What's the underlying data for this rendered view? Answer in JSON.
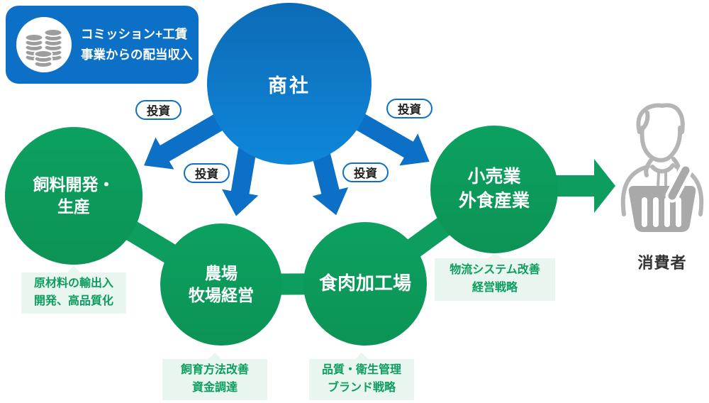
{
  "revenue_box": {
    "line1": "コミッション+工賃",
    "line2": "事業からの配当収入",
    "icon": "coins-icon"
  },
  "hub": {
    "label": "商社"
  },
  "investment_labels": [
    "投資",
    "投資",
    "投資",
    "投資"
  ],
  "chain": [
    {
      "name": [
        "飼料開発・",
        "生産"
      ],
      "note": [
        "原材料の輸出入",
        "開発、高品質化"
      ]
    },
    {
      "name": [
        "農場",
        "牧場経営"
      ],
      "note": [
        "飼育方法改善",
        "資金調達"
      ]
    },
    {
      "name": [
        "食肉加工場"
      ],
      "note": [
        "品質・衛生管理",
        "ブランド戦略"
      ]
    },
    {
      "name": [
        "小売業",
        "外食産業"
      ],
      "note": [
        "物流システム改善",
        "経営戦略"
      ]
    }
  ],
  "consumer": {
    "label": "消費者",
    "icon": "consumer-basket-icon"
  },
  "colors": {
    "blue": "#0b70c6",
    "hub_gradient_top": "#0d6bb6",
    "hub_gradient_bottom": "#0e87d9",
    "green": "#0d9d5e",
    "note_bg": "#e9f5ef",
    "icon_gray": "#a9a9a9"
  }
}
